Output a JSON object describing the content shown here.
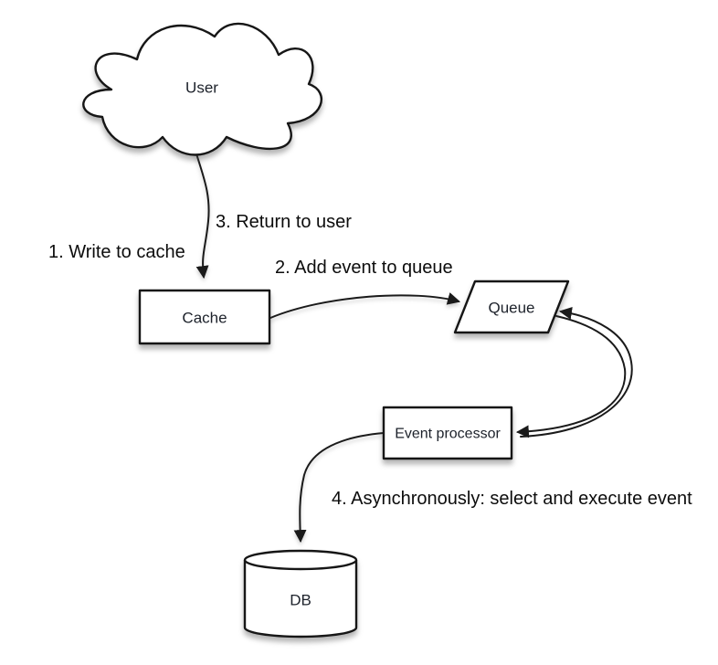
{
  "diagram": {
    "type": "flow-diagram",
    "description": "Write-behind cache event flow from user to database"
  },
  "nodes": {
    "user": {
      "label": "User",
      "shape": "cloud"
    },
    "cache": {
      "label": "Cache",
      "shape": "rectangle"
    },
    "queue": {
      "label": "Queue",
      "shape": "parallelogram"
    },
    "event_processor": {
      "label": "Event processor",
      "shape": "rectangle"
    },
    "db": {
      "label": "DB",
      "shape": "cylinder"
    }
  },
  "annotations": {
    "step1": "1. Write to cache",
    "step2": "2. Add event to queue",
    "step3": "3. Return to user",
    "step4": "4. Asynchronously: select and execute event"
  },
  "edges": [
    {
      "from": "user",
      "to": "cache",
      "label": "1. Write to cache"
    },
    {
      "from": "cache",
      "to": "user",
      "label": "3. Return to user"
    },
    {
      "from": "cache",
      "to": "queue",
      "label": "2. Add event to queue"
    },
    {
      "from": "event_processor",
      "to": "queue",
      "label": ""
    },
    {
      "from": "queue",
      "to": "event_processor",
      "label": ""
    },
    {
      "from": "event_processor",
      "to": "db",
      "label": "4. Asynchronously: select and execute event"
    }
  ],
  "colors": {
    "background": "#ffffff",
    "shape_fill": "#ffffff",
    "shape_stroke": "#161616",
    "node_text": "#1d222b",
    "annotation_text": "#0c0c0c",
    "arrow": "#1a1a1a"
  }
}
